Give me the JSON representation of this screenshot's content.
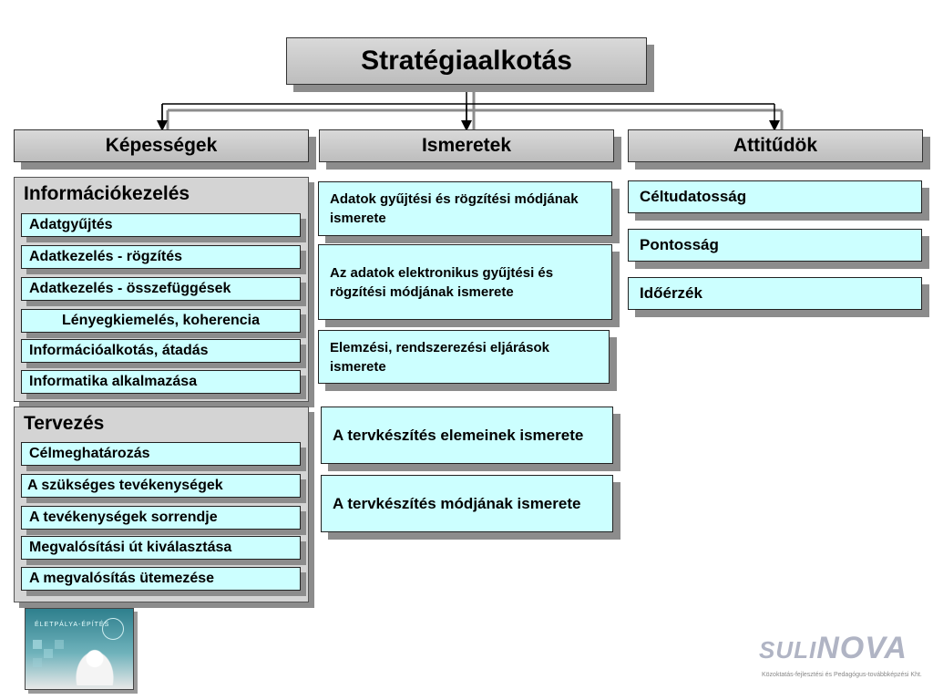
{
  "title": "Stratégiaalkotás",
  "columns": {
    "kepessegek": "Képességek",
    "ismeretek": "Ismeretek",
    "attitudok": "Attitűdök"
  },
  "informaciokezeles": {
    "title": "Információkezelés",
    "items": [
      "Adatgyűjtés",
      "Adatkezelés - rögzítés",
      "Adatkezelés - összefüggések",
      "Lényegkiemelés, koherencia",
      "Információalkotás, átadás",
      "Informatika alkalmazása"
    ]
  },
  "tervezes": {
    "title": "Tervezés",
    "items": [
      "Célmeghatározás",
      "A szükséges tevékenységek",
      "A tevékenységek sorrendje",
      "Megvalósítási út kiválasztása",
      "A megvalósítás ütemezése"
    ]
  },
  "ismeretek_items": [
    "Adatok gyűjtési és rögzítési módjának ismerete",
    "Az adatok elektronikus  gyűjtési és rögzítési módjának ismerete",
    "Elemzési, rendszerezési eljárások ismerete",
    "A tervkészítés elemeinek ismerete",
    "A tervkészítés módjának ismerete"
  ],
  "attitudok_items": [
    "Céltudatosság",
    "Pontosság",
    "Időérzék"
  ],
  "logo": {
    "image_caption": "ÉLETPÁLYA-ÉPÍTÉS",
    "brand_a": "SULI",
    "brand_b": "NOVA",
    "brand_sub": "Közoktatás-fejlesztési és Pedagógus-továbbképzési Kht."
  },
  "colors": {
    "header_gray": "#c8c8c8",
    "item_cyan": "#ccffff",
    "shadow": "#8c8c8c"
  }
}
